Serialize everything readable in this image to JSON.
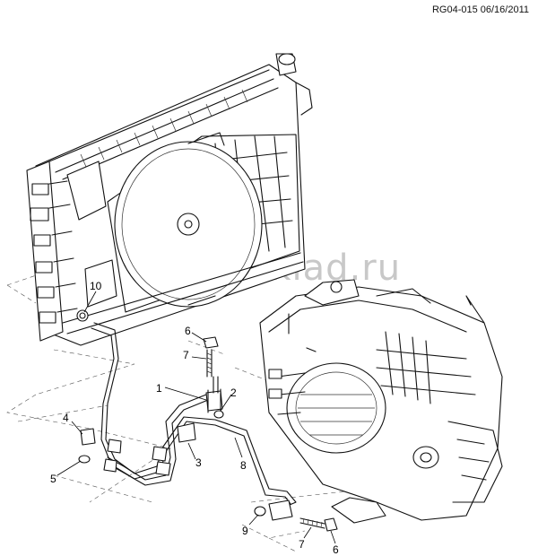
{
  "header": {
    "reference_code": "RG04-015 06/16/2011"
  },
  "watermark": {
    "text": "www.gmsklad.ru"
  },
  "callouts": [
    {
      "id": "callout-1",
      "label": "1"
    },
    {
      "id": "callout-2",
      "label": "2"
    },
    {
      "id": "callout-3",
      "label": "3"
    },
    {
      "id": "callout-4",
      "label": "4"
    },
    {
      "id": "callout-5",
      "label": "5"
    },
    {
      "id": "callout-6-top",
      "label": "6"
    },
    {
      "id": "callout-6-bottom",
      "label": "6"
    },
    {
      "id": "callout-7-top",
      "label": "7"
    },
    {
      "id": "callout-7-bottom",
      "label": "7"
    },
    {
      "id": "callout-8",
      "label": "8"
    },
    {
      "id": "callout-9",
      "label": "9"
    },
    {
      "id": "callout-10",
      "label": "10"
    }
  ]
}
